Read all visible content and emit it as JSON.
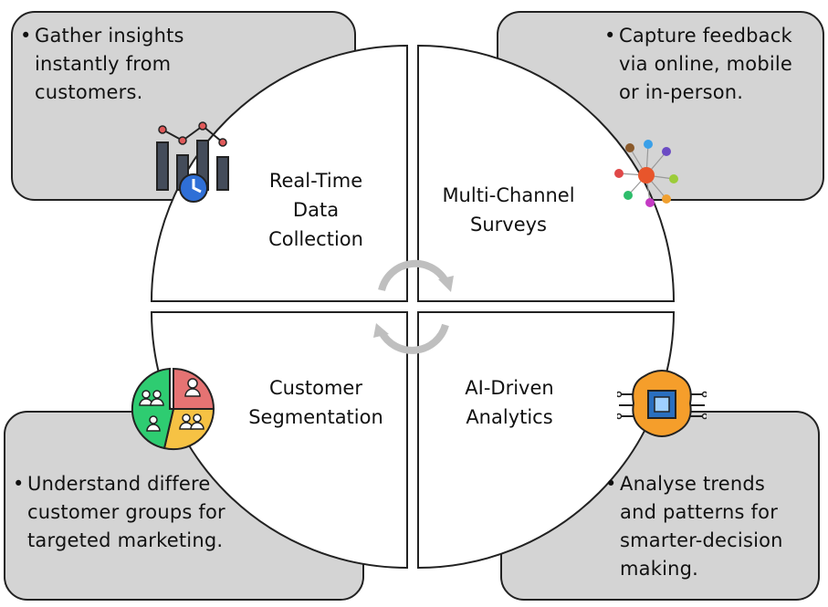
{
  "quadrants": {
    "top_left": {
      "title_lines": [
        "Real-Time",
        "Data",
        "Collection"
      ],
      "icon": "analytics-clock-icon"
    },
    "top_right": {
      "title_lines": [
        "Multi-Channel",
        "Surveys"
      ],
      "icon": "network-people-icon"
    },
    "bottom_left": {
      "title_lines": [
        "Customer",
        "Segmentation"
      ],
      "icon": "segment-pie-icon"
    },
    "bottom_right": {
      "title_lines": [
        "AI-Driven",
        "Analytics"
      ],
      "icon": "ai-chip-brain-icon"
    }
  },
  "callouts": {
    "top_left": {
      "lines": [
        "Gather insights",
        "instantly from",
        "customers."
      ]
    },
    "top_right": {
      "lines": [
        "Capture feedback",
        "via online, mobile",
        "or in-person."
      ]
    },
    "bottom_left": {
      "lines": [
        "Understand differe",
        "customer  groups for",
        "targeted marketing."
      ]
    },
    "bottom_right": {
      "lines": [
        "Analyse trends",
        "and patterns for",
        "smarter-decision",
        "making."
      ]
    }
  },
  "colors": {
    "callout_bg": "#d4d4d4",
    "outline": "#222222",
    "cycle_arrows": "#bfbfbf",
    "pie_green": "#2ecc71",
    "pie_red": "#e57373",
    "pie_yellow": "#f6c244",
    "chip_orange": "#f59e2b",
    "chart_blue": "#2f6fd6"
  },
  "center": {
    "icon": "cycle-arrows-icon"
  }
}
